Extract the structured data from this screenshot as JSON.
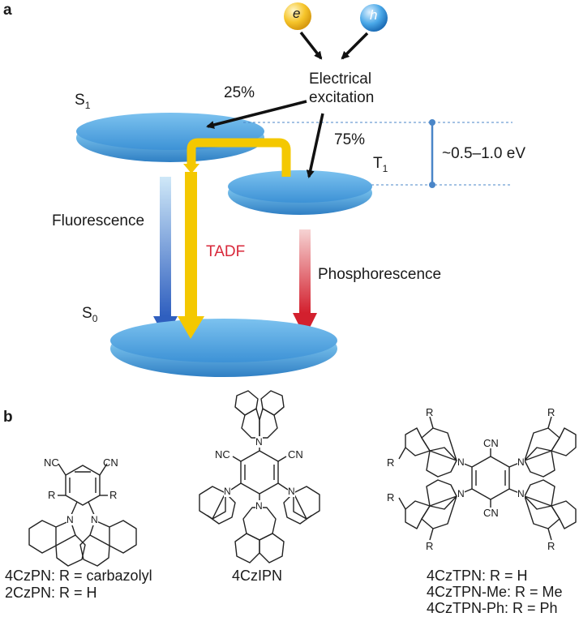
{
  "panel_a": {
    "label": "a",
    "electron": "e",
    "hole": "h",
    "excitation_line1": "Electrical",
    "excitation_line2": "excitation",
    "singlet_excited": {
      "letter": "S",
      "sub": "1"
    },
    "triplet": {
      "letter": "T",
      "sub": "1"
    },
    "ground": {
      "letter": "S",
      "sub": "0"
    },
    "pct_singlet": "25%",
    "pct_triplet": "75%",
    "energy_gap": "~0.5–1.0 eV",
    "fluorescence": "Fluorescence",
    "tadf": "TADF",
    "phosphorescence": "Phosphorescence"
  },
  "panel_b": {
    "label": "b",
    "mol1": {
      "nc": "NC",
      "cn": "CN",
      "r": "R",
      "n": "N"
    },
    "mol2": {
      "nc": "NC",
      "cn": "CN",
      "n": "N"
    },
    "mol3": {
      "cn": "CN",
      "r": "R",
      "n": "N"
    },
    "caption1_line1": "4CzPN: R = carbazolyl",
    "caption1_line2": "2CzPN: R = H",
    "caption2": "4CzIPN",
    "caption3_line1": "4CzTPN: R = H",
    "caption3_line2": "4CzTPN-Me: R = Me",
    "caption3_line3": "4CzTPN-Ph: R = Ph"
  },
  "colors": {
    "level_blue": "#3f97d8",
    "tadf_yellow": "#f4c800",
    "fluor_blue": "#3a6fc6",
    "phos_red": "#d8283a",
    "gap_blue": "#4a86c8"
  }
}
